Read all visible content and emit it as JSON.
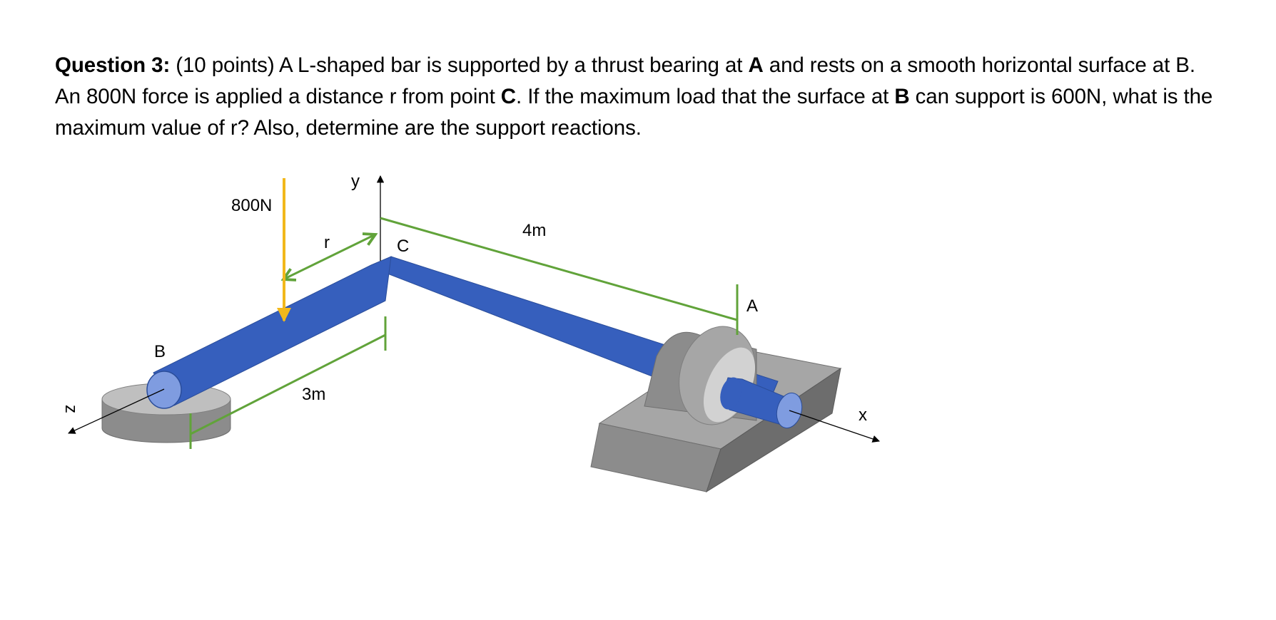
{
  "question": {
    "heading": "Question 3:",
    "seg1": " (10 points) A L-shaped bar is supported by a thrust bearing at ",
    "point_a": "A",
    "seg2": " and rests on a smooth horizontal surface at B. An 800N force is applied a distance r from point ",
    "point_c": "C",
    "seg3": ". If the maximum load that the surface at ",
    "point_b": "B",
    "seg4": " can support is 600N, what is the maximum value of r? Also, determine are the support reactions."
  },
  "diagram": {
    "labels": {
      "force": "800N",
      "r": "r",
      "y_axis": "y",
      "point_c": "C",
      "length_4m": "4m",
      "point_a": "A",
      "point_b": "B",
      "length_3m": "3m",
      "z_axis": "z",
      "x_axis": "x"
    },
    "colors": {
      "bar": "#365fbd",
      "bar_end": "#7f9ce0",
      "dimension": "#61a33a",
      "force": "#f2b81b",
      "support_light": "#bfbfbf",
      "support_mid": "#a6a6a6",
      "support_dark": "#8c8c8c"
    }
  }
}
